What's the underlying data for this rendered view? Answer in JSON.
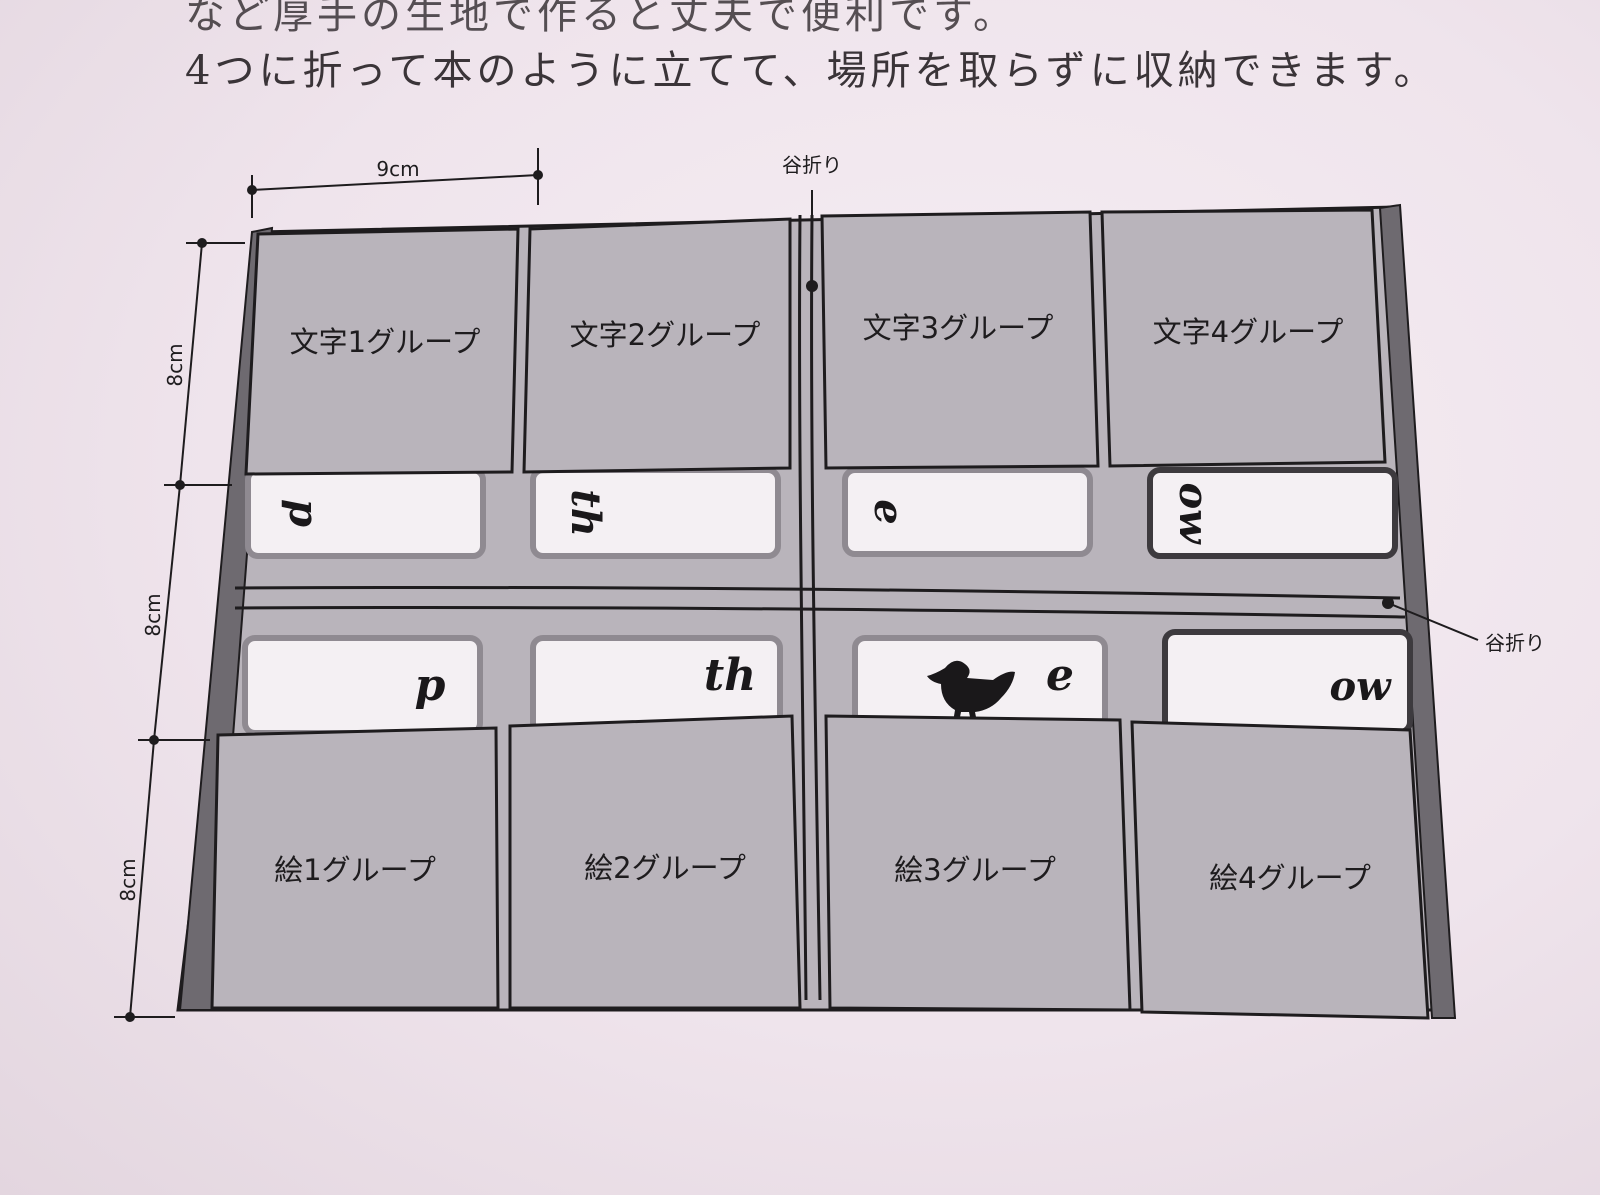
{
  "page_text": {
    "line1": "など厚手の生地で作ると丈夫で便利です。",
    "line2": "4つに折って本のように立てて、場所を取らずに収納できます。"
  },
  "dimensions": {
    "width": "9cm",
    "row_heights": [
      "8cm",
      "8cm",
      "8cm"
    ]
  },
  "fold_labels": {
    "vertical": "谷折り",
    "horizontal": "谷折り"
  },
  "top_pockets": [
    "文字1グループ",
    "文字2グループ",
    "文字3グループ",
    "文字4グループ"
  ],
  "bottom_pockets": [
    "絵1グループ",
    "絵2グループ",
    "絵3グループ",
    "絵4グループ"
  ],
  "upper_cards": [
    "p",
    "th",
    "e",
    "ow"
  ],
  "lower_cards": [
    "p",
    "th",
    "e",
    "ow"
  ],
  "colors": {
    "fabric": "#b9b4bb",
    "fabric_dark": "#8f8a91",
    "border": "#1e1c1e",
    "card": "#f4f0f3",
    "binding": "#6e6a70"
  }
}
